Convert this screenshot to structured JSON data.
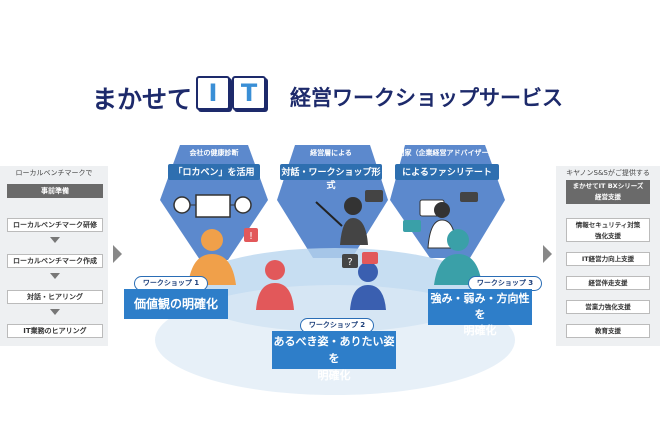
{
  "title": {
    "brand_prefix": "まかせて",
    "brand_i": "I",
    "brand_t": "T",
    "service_name": "経営ワークショップサービス"
  },
  "left_panel": {
    "heading": "ローカルベンチマークで",
    "dark_label": "事前準備",
    "steps": [
      "ローカルベンチマーク研修",
      "ローカルベンチマーク作成",
      "対話・ヒアリング",
      "IT業務のヒアリング"
    ]
  },
  "right_panel": {
    "heading": "キヤノンS&Sがご提供する",
    "dark_label_line1": "まかせてIT BXシリーズ",
    "dark_label_line2": "経営支援",
    "items": [
      [
        "情報セキュリティ対策",
        "強化支援"
      ],
      [
        "IT経営力向上支援"
      ],
      [
        "経営伴走支援"
      ],
      [
        "営業力強化支援"
      ],
      [
        "教育支援"
      ]
    ]
  },
  "hexes": [
    {
      "caption": "会社の健康診断",
      "main": "「ロカベン」を活用"
    },
    {
      "caption": "経営層による",
      "main": "対話・ワークショップ形式"
    },
    {
      "caption": "専門家（企業経営アドバイザー）",
      "main": "によるファシリテート"
    }
  ],
  "workshops": [
    {
      "tab": "ワークショップ 1",
      "text": "価値観の明確化"
    },
    {
      "tab": "ワークショップ 2",
      "text_line1": "あるべき姿・ありたい姿を",
      "text_line2": "明確化"
    },
    {
      "tab": "ワークショップ 3",
      "text_line1": "強み・弱み・方向性を",
      "text_line2": "明確化"
    }
  ],
  "colors": {
    "navy": "#1d2a6b",
    "hex_blue": "#4a7cc8",
    "box_blue": "#2e7ec9",
    "orange": "#f0a04a",
    "red": "#e2585a",
    "teal": "#3aa0a8",
    "gray_dark": "#6a6a6a"
  }
}
